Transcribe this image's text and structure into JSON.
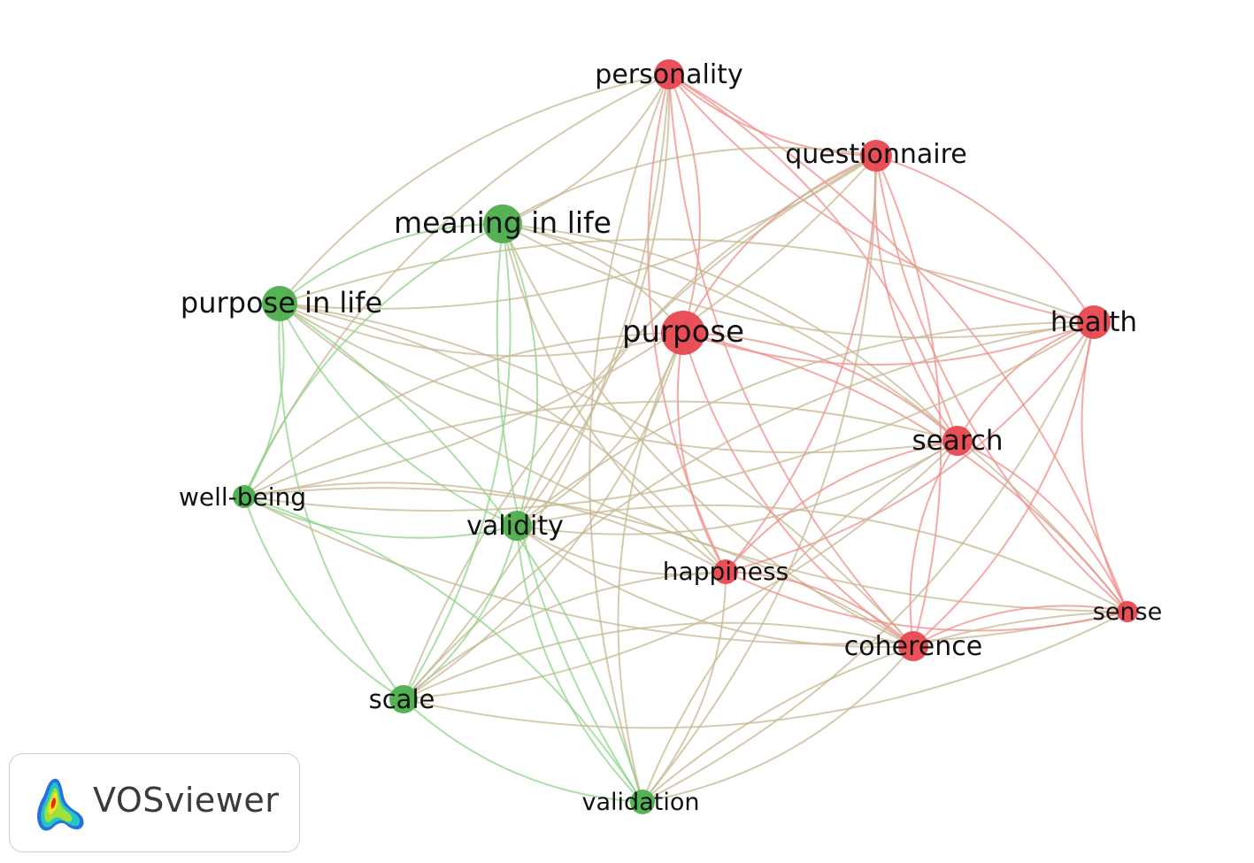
{
  "colors": {
    "cluster_red": "#e8474f",
    "cluster_green": "#4cae4c",
    "edge_red": "#ef8f8a",
    "edge_green": "#8fd48a",
    "edge_mixed": "#c7b894"
  },
  "nodes": [
    {
      "id": "personality",
      "label": "personality",
      "cluster": "red",
      "weight": 3
    },
    {
      "id": "questionnaire",
      "label": "questionnaire",
      "cluster": "red",
      "weight": 3
    },
    {
      "id": "meaning-in-life",
      "label": "meaning in life",
      "cluster": "green",
      "weight": 5
    },
    {
      "id": "purpose-in-life",
      "label": "purpose in life",
      "cluster": "green",
      "weight": 4
    },
    {
      "id": "purpose",
      "label": "purpose",
      "cluster": "red",
      "weight": 5
    },
    {
      "id": "health",
      "label": "health",
      "cluster": "red",
      "weight": 3
    },
    {
      "id": "search",
      "label": "search",
      "cluster": "red",
      "weight": 3
    },
    {
      "id": "well-being",
      "label": "well-being",
      "cluster": "green",
      "weight": 2
    },
    {
      "id": "validity",
      "label": "validity",
      "cluster": "green",
      "weight": 3
    },
    {
      "id": "happiness",
      "label": "happiness",
      "cluster": "red",
      "weight": 2
    },
    {
      "id": "sense",
      "label": "sense",
      "cluster": "red",
      "weight": 2
    },
    {
      "id": "coherence",
      "label": "coherence",
      "cluster": "red",
      "weight": 3
    },
    {
      "id": "scale",
      "label": "scale",
      "cluster": "green",
      "weight": 2
    },
    {
      "id": "validation",
      "label": "validation",
      "cluster": "green",
      "weight": 2
    }
  ],
  "badge": {
    "text": "VOSviewer",
    "logo_icon": "vosviewer-heatmap-logo-icon"
  }
}
